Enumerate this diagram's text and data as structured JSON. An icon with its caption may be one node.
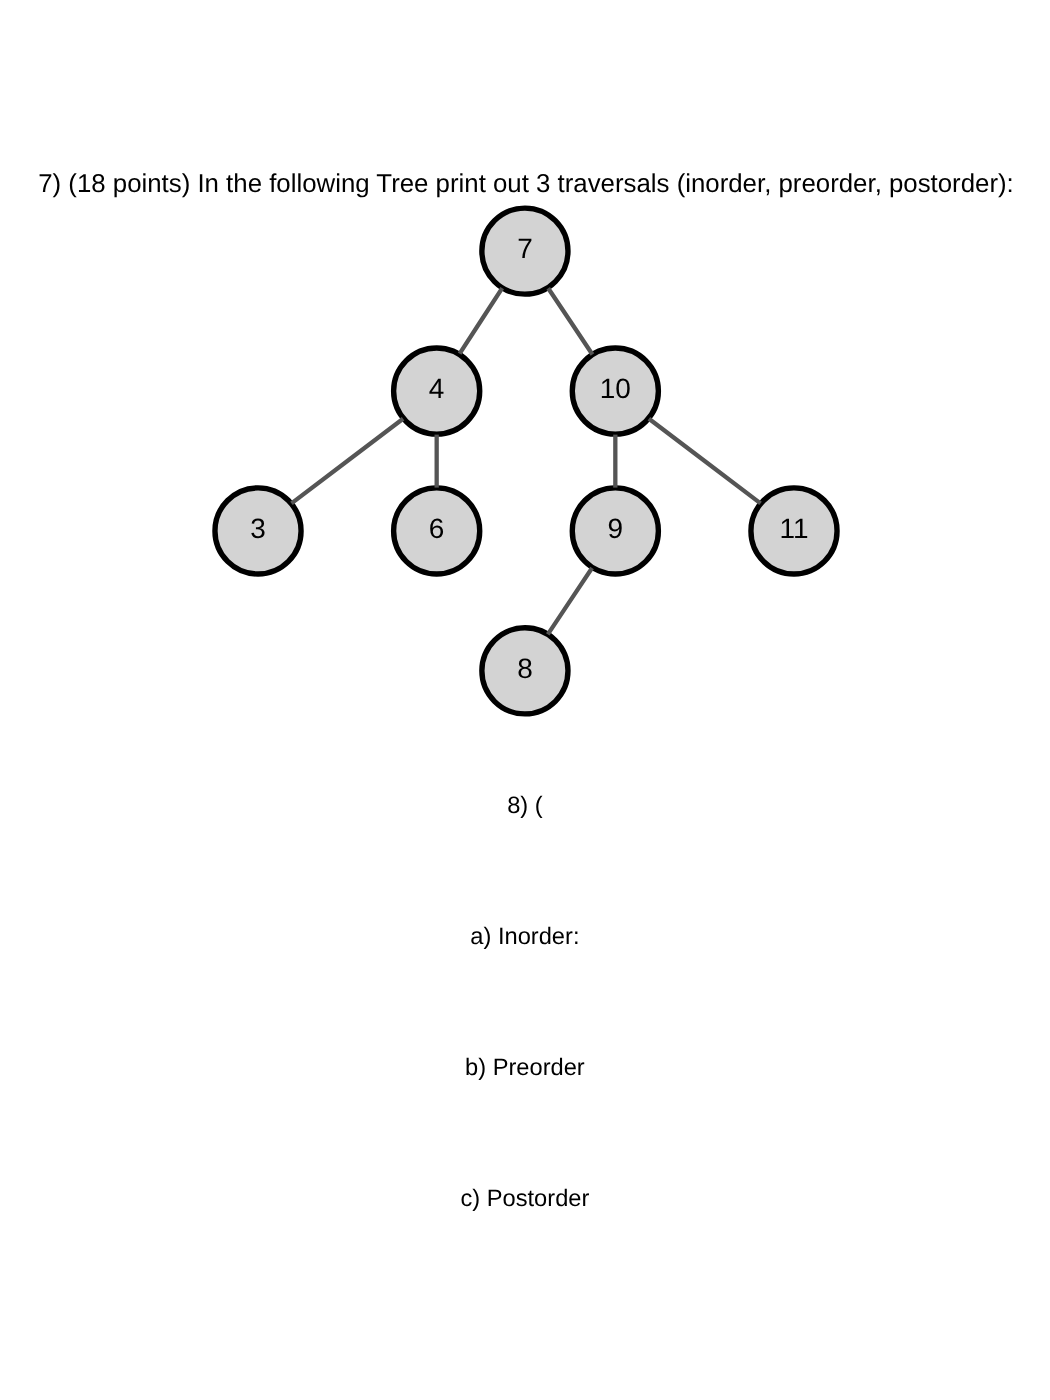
{
  "diagram": {
    "title": "7) (18 points) In the following Tree print out 3 traversals (inorder, preorder, postorder):",
    "nodes": [
      {
        "text": [
          "7"
        ]
      },
      {
        "text": [
          "10"
        ]
      },
      {
        "text": [
          "4"
        ]
      },
      {
        "text": [
          "3"
        ]
      },
      {
        "text": [
          "6"
        ]
      },
      {
        "text": [
          "9"
        ]
      },
      {
        "text": [
          "11"
        ]
      },
      {
        "text": [
          "8"
        ]
      }
    ],
    "edges": [
      {
        "from": 0,
        "to": 2,
        "arrow": "none"
      },
      {
        "from": 0,
        "to": 1,
        "arrow": "none"
      },
      {
        "from": 2,
        "to": 3,
        "arrow": "none"
      },
      {
        "from": 2,
        "to": 4,
        "arrow": "none"
      },
      {
        "from": 1,
        "to": 5,
        "arrow": "none"
      },
      {
        "from": 1,
        "to": 6,
        "arrow": "none"
      },
      {
        "from": 5,
        "to": 7,
        "arrow": "none"
      }
    ],
    "labels": [
      "8) (",
      "a) Inorder:",
      "b) Preorder",
      "c) Postorder"
    ]
  }
}
